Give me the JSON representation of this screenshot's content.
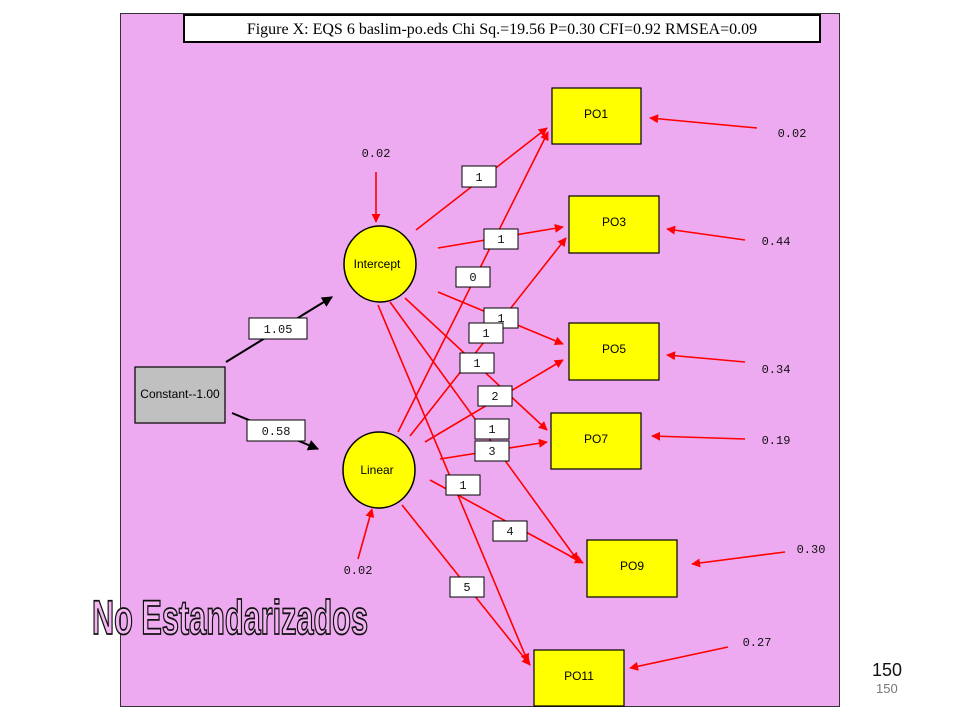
{
  "title": "Figure X: EQS 6 baslim-po.eds Chi Sq.=19.56 P=0.30 CFI=0.92 RMSEA=0.09",
  "nodes": {
    "constant": "Constant--1.00",
    "intercept": "Intercept",
    "linear": "Linear",
    "po1": "PO1",
    "po3": "PO3",
    "po5": "PO5",
    "po7": "PO7",
    "po9": "PO9",
    "po11": "PO11"
  },
  "paths": {
    "constant_intercept": "1.05",
    "constant_linear": "0.58",
    "intercept_po1": "1",
    "intercept_po3": "1",
    "intercept_po5": "1",
    "intercept_po7": "1",
    "intercept_po9": "1",
    "intercept_po11": "1",
    "linear_po1": "0",
    "linear_po3": "1",
    "linear_po5": "2",
    "linear_po7": "3",
    "linear_po9": "4",
    "linear_po11": "5"
  },
  "errors": {
    "intercept": "0.02",
    "linear": "0.02",
    "po1": "0.02",
    "po3": "0.44",
    "po5": "0.34",
    "po7": "0.19",
    "po9": "0.30",
    "po11": "0.27"
  },
  "watermark": "No Estandarizados",
  "page_number": "150",
  "page_number_small": "150",
  "colors": {
    "panel_bg": "#eeaaf0",
    "node_fill": "#ffff00",
    "constant_fill": "#c0c0c0",
    "arrow": "#ff0000",
    "black_arrow": "#000000"
  }
}
